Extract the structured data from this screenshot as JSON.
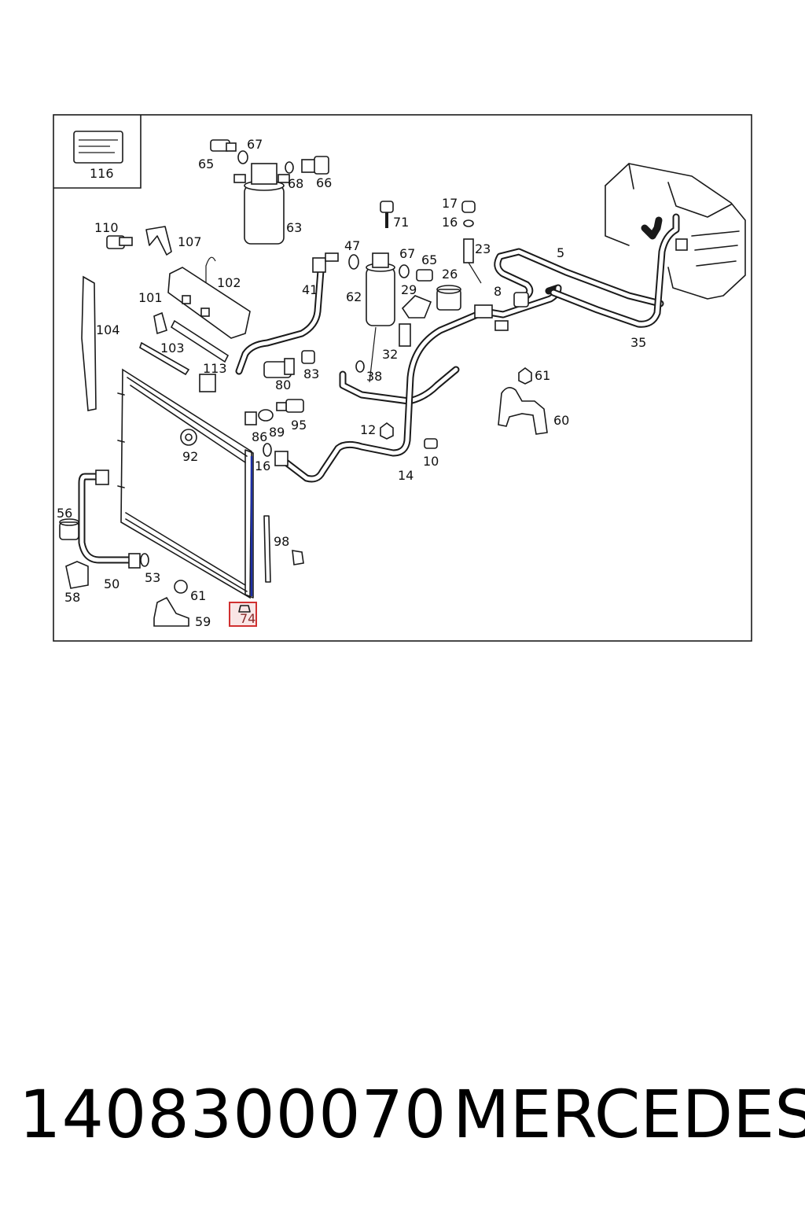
{
  "footer": {
    "part_number": "1408300070",
    "brand": "MERCEDES"
  },
  "highlight": {
    "label": "74",
    "color": "#d03030"
  },
  "labels": {
    "l116": "116",
    "l67a": "67",
    "l65a": "65",
    "l68": "68",
    "l66": "66",
    "l63": "63",
    "l110": "110",
    "l107": "107",
    "l102": "102",
    "l101": "101",
    "l104": "104",
    "l103": "103",
    "l113": "113",
    "l41": "41",
    "l47": "47",
    "l71": "71",
    "l62": "62",
    "l67b": "67",
    "l65b": "65",
    "l29": "29",
    "l26": "26",
    "l17": "17",
    "l16a": "16",
    "l23": "23",
    "l5": "5",
    "l8": "8",
    "l35": "35",
    "l32": "32",
    "l38": "38",
    "l83": "83",
    "l80": "80",
    "l95": "95",
    "l89": "89",
    "l86": "86",
    "l16b": "16",
    "l12": "12",
    "l10": "10",
    "l14": "14",
    "l61a": "61",
    "l60": "60",
    "l92": "92",
    "l56": "56",
    "l50": "50",
    "l53": "53",
    "l58": "58",
    "l61b": "61",
    "l59": "59",
    "l98": "98"
  }
}
